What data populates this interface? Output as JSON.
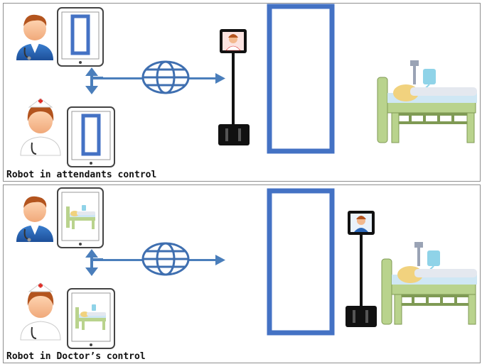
{
  "diagram": {
    "panels": [
      {
        "caption": "Robot in attendants control",
        "robot_screen_shows": "nurse",
        "tablets_show": "door"
      },
      {
        "caption": "Robot in Doctor’s control",
        "robot_screen_shows": "doctor",
        "tablets_show": "patient-bed"
      }
    ],
    "colors": {
      "arrow_blue": "#4a7ebb",
      "door_blue": "#4472c4",
      "robot_black": "#111111",
      "bed_green": "#b9d38d",
      "bed_dark": "#7f9a54"
    }
  }
}
